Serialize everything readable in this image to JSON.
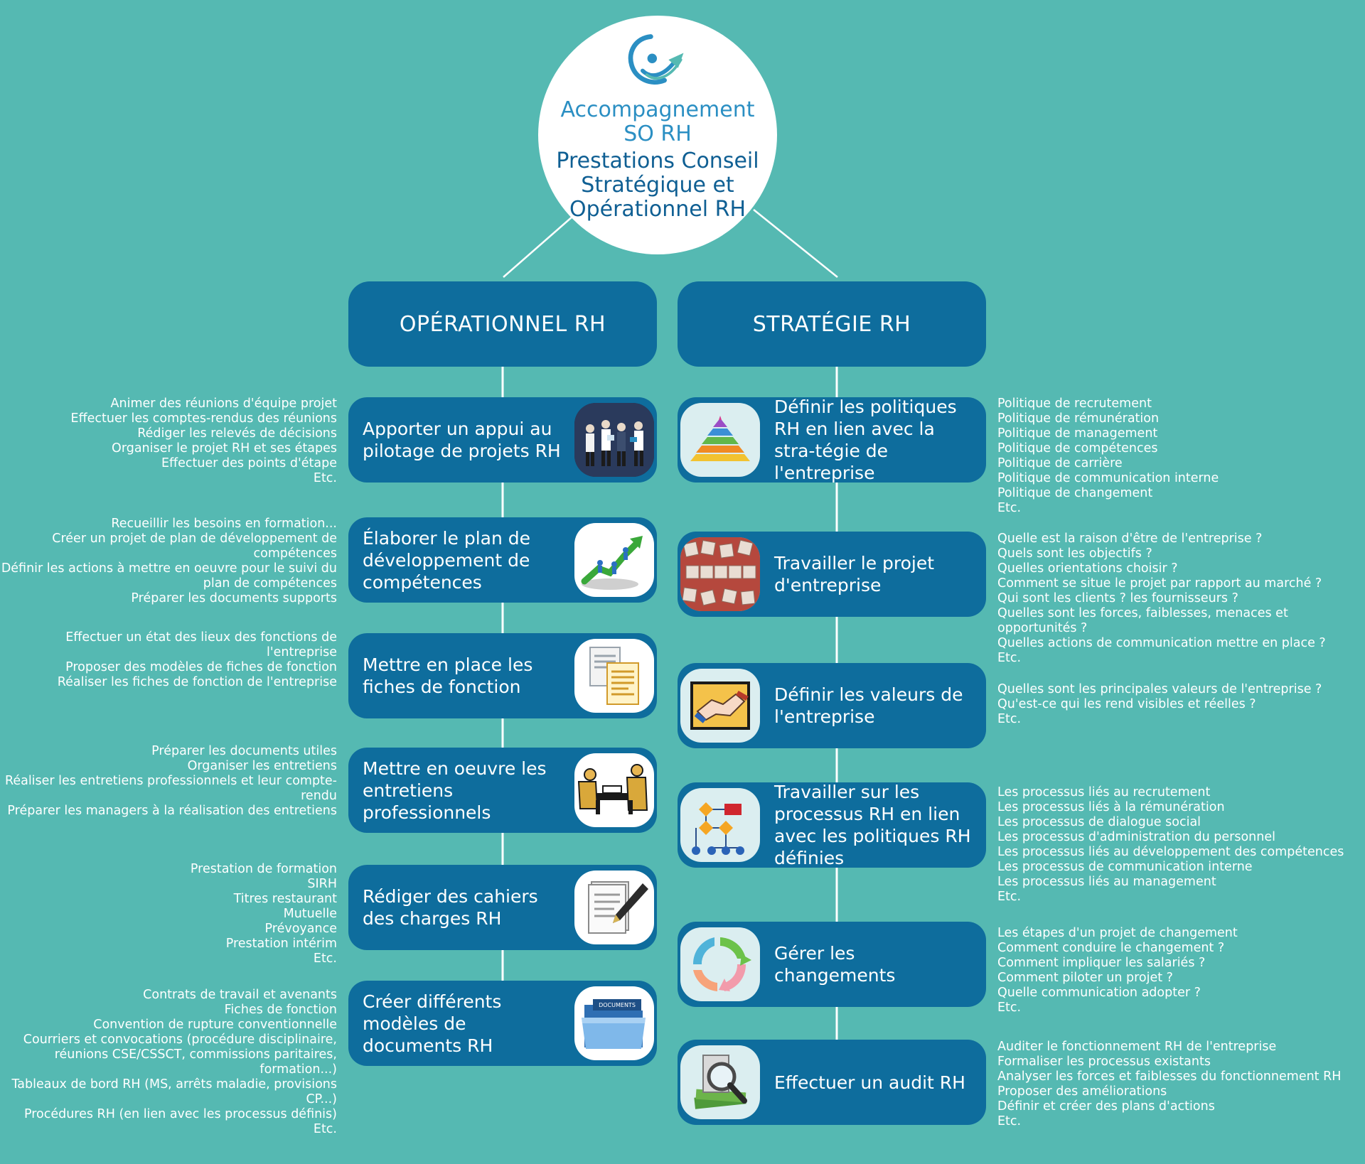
{
  "hub": {
    "line1": "Accompagnement",
    "line2": "SO RH",
    "line3": "Prestations Conseil Stratégique et Opérationnel RH"
  },
  "colors": {
    "background": "#55b9b2",
    "card": "#0e6d9d",
    "hub_accent": "#2b8fc3",
    "hub_text": "#0f5f93"
  },
  "operationnel": {
    "title": "OPÉRATIONNEL RH",
    "items": [
      {
        "label": "Apporter un appui au pilotage de projets RH",
        "icon": "team-meeting-icon",
        "details": [
          "Animer des réunions d'équipe projet",
          "Effectuer les comptes-rendus des réunions",
          "Rédiger les relevés de décisions",
          "Organiser le projet RH et ses étapes",
          "Effectuer des points d'étape",
          "Etc."
        ]
      },
      {
        "label": "Élaborer le plan de développement de compétences",
        "icon": "growth-chart-icon",
        "details": [
          "Recueillir les besoins en formation...",
          "Créer un projet de plan de développement de compétences",
          "Définir les actions à mettre en oeuvre pour le suivi du plan de compétences",
          "Préparer les documents supports"
        ]
      },
      {
        "label": "Mettre en place les fiches de fonction",
        "icon": "documents-icon",
        "details": [
          "Effectuer un état des lieux des fonctions de l'entreprise",
          "Proposer des modèles de fiches de fonction",
          "Réaliser les fiches de fonction de l'entreprise"
        ]
      },
      {
        "label": "Mettre en oeuvre les entretiens professionnels",
        "icon": "interview-icon",
        "details": [
          "Préparer les documents utiles",
          "Organiser les entretiens",
          "Réaliser les entretiens professionnels et leur compte-rendu",
          "Préparer les managers à la réalisation des entretiens"
        ]
      },
      {
        "label": "Rédiger des cahiers des charges RH",
        "icon": "writing-pen-icon",
        "details": [
          "Prestation de formation",
          "SIRH",
          "Titres restaurant",
          "Mutuelle",
          "Prévoyance",
          "Prestation intérim",
          "Etc."
        ]
      },
      {
        "label": "Créer différents modèles de documents RH",
        "icon": "folder-icon",
        "folder_label": "DOCUMENTS",
        "details": [
          "Contrats de travail et avenants",
          "Fiches de fonction",
          "Convention de rupture conventionnelle",
          "Courriers et convocations (procédure disciplinaire, réunions CSE/CSSCT, commissions paritaires, formation...)",
          "Tableaux de bord RH (MS, arrêts maladie, provisions CP...)",
          "Procédures RH (en lien avec les processus définis)",
          "Etc."
        ]
      }
    ]
  },
  "strategie": {
    "title": "STRATÉGIE RH",
    "items": [
      {
        "label": "Définir les politiques RH en lien avec la stra-tégie de l'entreprise",
        "icon": "pyramid-icon",
        "details": [
          "Politique de recrutement",
          "Politique de rémunération",
          "Politique de management",
          "Politique de compétences",
          "Politique de carrière",
          "Politique de communication interne",
          "Politique de changement",
          "Etc."
        ]
      },
      {
        "label": "Travailler le projet d'entreprise",
        "icon": "vision-blocks-icon",
        "details": [
          "Quelle est la raison d'être de l'entreprise ?",
          "Quels sont les objectifs ?",
          "Quelles orientations choisir ?",
          "Comment se situe le projet par rapport au marché ?",
          "Qui sont les clients ? les fournisseurs ?",
          "Quelles sont les forces, faiblesses, menaces et opportunités ?",
          "Quelles actions de communication mettre en place ?",
          "Etc."
        ]
      },
      {
        "label": "Définir les valeurs de l'entreprise",
        "icon": "handshake-icon",
        "details": [
          "Quelles sont les principales valeurs de l'entreprise ?",
          "Qu'est-ce qui les rend visibles et réelles ?",
          "Etc."
        ]
      },
      {
        "label": "Travailler sur les processus RH en lien avec les politiques RH définies",
        "icon": "flowchart-icon",
        "details": [
          "Les processus liés au recrutement",
          "Les processus liés à la rémunération",
          "Les processus de dialogue social",
          "Les processus d'administration du personnel",
          "Les processus liés au développement des compétences",
          "Les processus de communication interne",
          "Les processus liés au management",
          "Etc."
        ]
      },
      {
        "label": "Gérer les changements",
        "icon": "cycle-arrows-icon",
        "details": [
          "Les étapes d'un projet de changement",
          "Comment conduire le changement ?",
          "Comment impliquer les salariés ?",
          "Comment piloter un projet ?",
          "Quelle communication adopter ?",
          "Etc."
        ]
      },
      {
        "label": "Effectuer un audit RH",
        "icon": "magnifier-money-icon",
        "details": [
          "Auditer le fonctionnement RH de l'entreprise",
          "Formaliser les processus existants",
          "Analyser les forces et faiblesses du fonctionnement RH",
          "Proposer des améliorations",
          "Définir et créer des plans d'actions",
          "Etc."
        ]
      }
    ]
  }
}
